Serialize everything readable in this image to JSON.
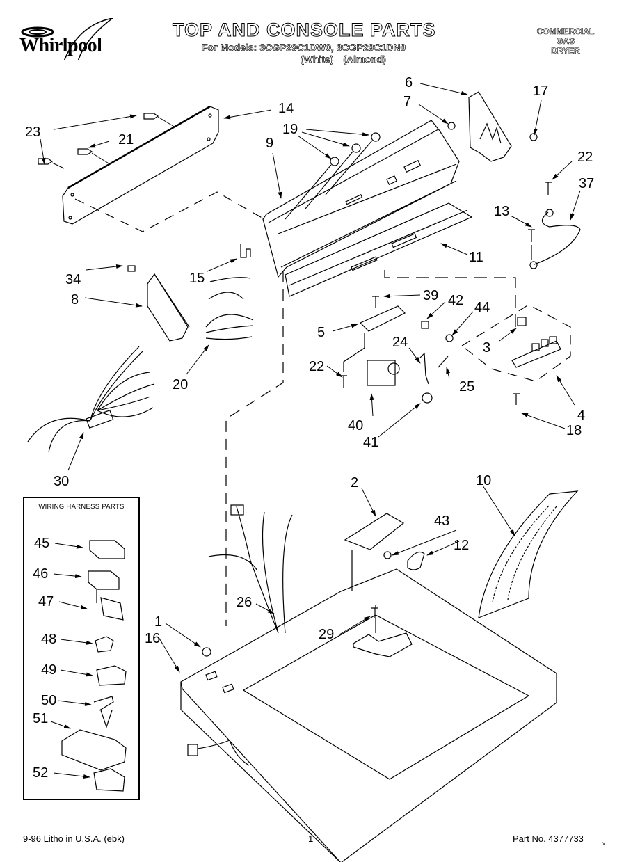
{
  "header": {
    "brand": "Whirlpool",
    "title": "TOP AND CONSOLE PARTS",
    "models_line": "For Models: 3CGP29C1DW0, 3CGP29C1DN0",
    "colors_line": "(White) (Almond)",
    "product_lines": [
      "COMMERCIAL",
      "GAS",
      "DRYER"
    ]
  },
  "harness_box": {
    "title": "WIRING HARNESS PARTS",
    "items": [
      "45",
      "46",
      "47",
      "48",
      "49",
      "50",
      "51",
      "52"
    ]
  },
  "callouts": {
    "c1": "1",
    "c2": "2",
    "c3": "3",
    "c4": "4",
    "c5": "5",
    "c6": "6",
    "c7": "7",
    "c8": "8",
    "c9": "9",
    "c10": "10",
    "c11": "11",
    "c12": "12",
    "c13": "13",
    "c14": "14",
    "c15": "15",
    "c16": "16",
    "c17": "17",
    "c18": "18",
    "c19": "19",
    "c20": "20",
    "c21": "21",
    "c22a": "22",
    "c22b": "22",
    "c23": "23",
    "c24": "24",
    "c25": "25",
    "c26": "26",
    "c29": "29",
    "c30": "30",
    "c34": "34",
    "c37": "37",
    "c39": "39",
    "c40": "40",
    "c41": "41",
    "c42": "42",
    "c43": "43",
    "c44": "44"
  },
  "footer": {
    "litho": "9-96 Litho in U.S.A. (ebk)",
    "page": "1",
    "part_no": "Part No. 4377733",
    "mark": "x"
  }
}
